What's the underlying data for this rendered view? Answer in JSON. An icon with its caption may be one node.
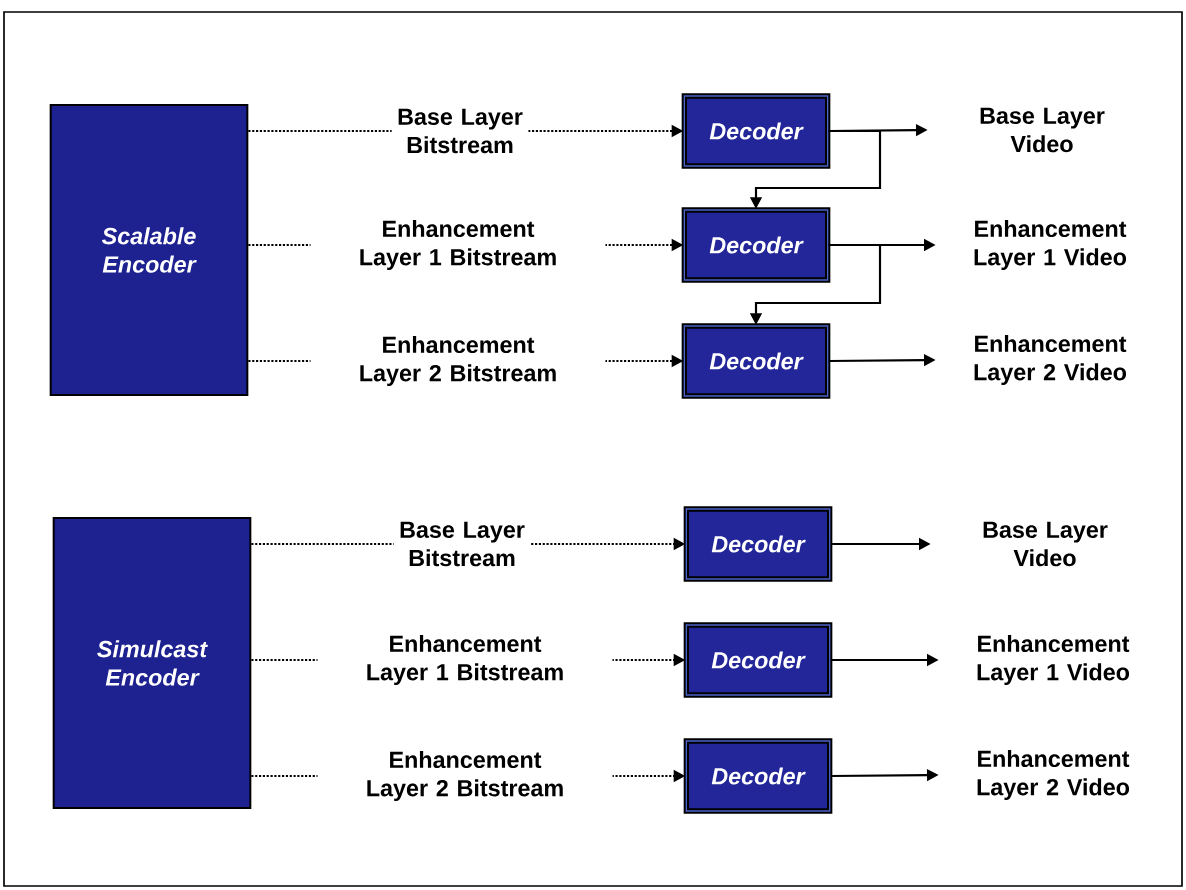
{
  "diagram": {
    "nodes": [
      {
        "text": [
          "Scalable Encoder"
        ]
      },
      {
        "text": [
          "Decoder"
        ]
      },
      {
        "text": [
          "Base Layer Video"
        ]
      },
      {
        "text": [
          "Decoder"
        ]
      },
      {
        "text": [
          "Enhancement Layer 1 Video"
        ]
      },
      {
        "text": [
          "Decoder"
        ]
      },
      {
        "text": [
          "Enhancement Layer 2 Video"
        ]
      },
      {
        "text": [
          "Simulcast Encoder"
        ]
      },
      {
        "text": [
          "Decoder"
        ]
      },
      {
        "text": [
          "Base Layer Video"
        ]
      },
      {
        "text": [
          "Decoder"
        ]
      },
      {
        "text": [
          "Enhancement Layer 1 Video"
        ]
      },
      {
        "text": [
          "Decoder"
        ]
      },
      {
        "text": [
          "Enhancement Layer 2 Video"
        ]
      }
    ],
    "edges": [
      {
        "from": 0,
        "to": 1,
        "arrow": "to",
        "style": "dashed",
        "label": "Base Layer Bitstream"
      },
      {
        "from": 1,
        "to": 2,
        "arrow": "to"
      },
      {
        "from": 1,
        "to": 3,
        "arrow": "to"
      },
      {
        "from": 0,
        "to": 3,
        "arrow": "to",
        "style": "dashed",
        "label": "Enhancement Layer 1 Bitstream"
      },
      {
        "from": 3,
        "to": 4,
        "arrow": "to"
      },
      {
        "from": 3,
        "to": 5,
        "arrow": "to"
      },
      {
        "from": 0,
        "to": 5,
        "arrow": "to",
        "style": "dashed",
        "label": "Enhancement Layer 2 Bitstream"
      },
      {
        "from": 5,
        "to": 6,
        "arrow": "to"
      },
      {
        "from": 7,
        "to": 8,
        "arrow": "to",
        "style": "dashed",
        "label": "Base Layer Bitstream"
      },
      {
        "from": 8,
        "to": 9,
        "arrow": "to"
      },
      {
        "from": 7,
        "to": 10,
        "arrow": "to",
        "style": "dashed",
        "label": "Enhancement Layer 1 Bitstream"
      },
      {
        "from": 10,
        "to": 11,
        "arrow": "to"
      },
      {
        "from": 7,
        "to": 12,
        "arrow": "to",
        "style": "dashed",
        "label": "Enhancement Layer 2 Bitstream"
      },
      {
        "from": 12,
        "to": 13,
        "arrow": "to"
      }
    ]
  }
}
